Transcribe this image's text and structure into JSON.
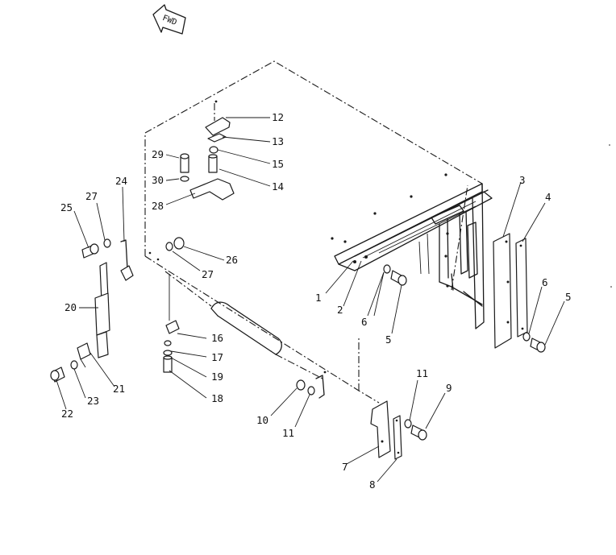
{
  "fwd_label": "FWD",
  "callouts": {
    "c1": "1",
    "c2": "2",
    "c3": "3",
    "c4": "4",
    "c5a": "5",
    "c5b": "5",
    "c6a": "6",
    "c6b": "6",
    "c7": "7",
    "c8": "8",
    "c9": "9",
    "c10": "10",
    "c11a": "11",
    "c11b": "11",
    "c12": "12",
    "c13": "13",
    "c14": "14",
    "c15": "15",
    "c16": "16",
    "c17": "17",
    "c18": "18",
    "c19": "19",
    "c20": "20",
    "c21": "21",
    "c22": "22",
    "c23": "23",
    "c24": "24",
    "c25": "25",
    "c26": "26",
    "c27a": "27",
    "c27b": "27",
    "c28": "28",
    "c29": "29",
    "c30": "30"
  }
}
